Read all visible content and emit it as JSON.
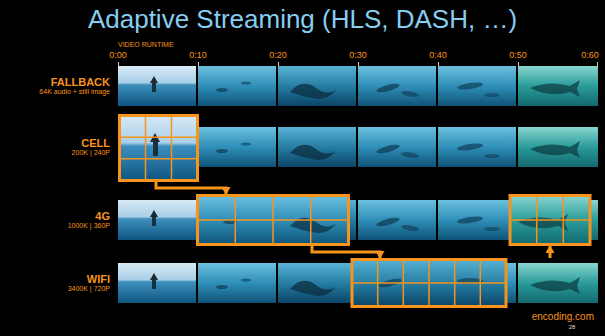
{
  "diagram": {
    "title": "Adaptive Streaming (HLS, DASH, …)",
    "nodes": [
      {
        "text": [
          "FALLBACK",
          "64K audio + still image"
        ]
      },
      {
        "text": [
          "CELL",
          "200K | 240P"
        ]
      },
      {
        "text": [
          "4G",
          "1000K | 360P"
        ]
      },
      {
        "text": [
          "WIFI",
          "3400K | 720P"
        ]
      }
    ],
    "edges": [
      {
        "from": 1,
        "to": 2,
        "arrow": "to"
      },
      {
        "from": 2,
        "to": 3,
        "arrow": "to"
      },
      {
        "from": 3,
        "to": 2,
        "arrow": "to"
      }
    ],
    "labels": [
      "VIDEO RUNTIME",
      "0:00",
      "0:10",
      "0:20",
      "0:30",
      "0:40",
      "0:50",
      "0:60",
      "encoding.com",
      "28"
    ]
  }
}
